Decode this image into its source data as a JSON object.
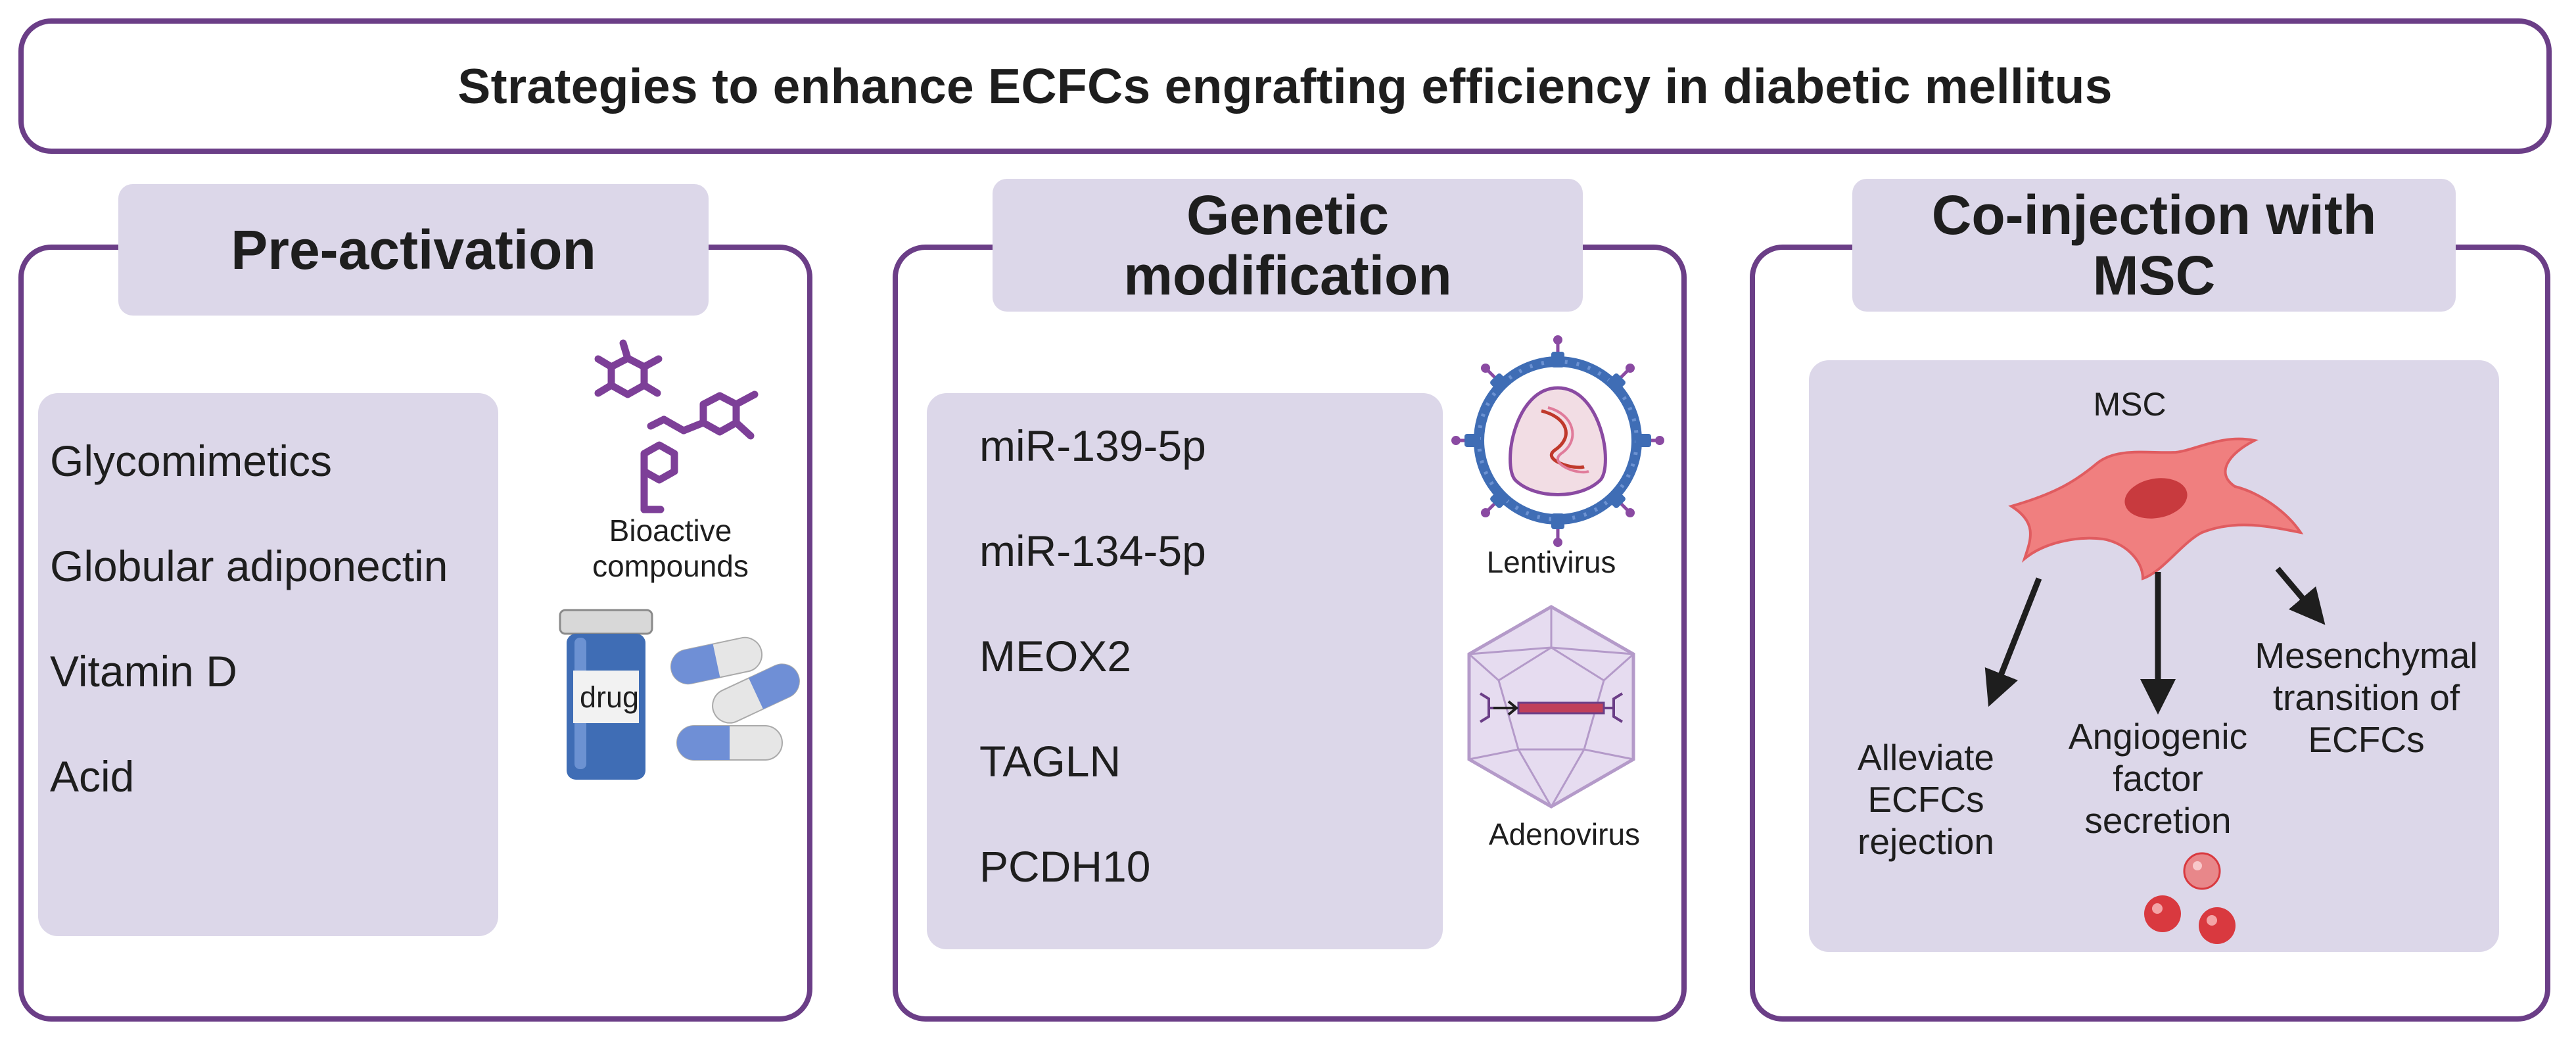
{
  "title": "Strategies to enhance ECFCs engrafting efficiency in diabetic mellitus",
  "panels": {
    "preactivation": {
      "heading": "Pre-activation",
      "items": [
        "Glycomimetics",
        "Globular adiponectin",
        "Vitamin D",
        "Acid"
      ],
      "compounds_label": [
        "Bioactive",
        "compounds"
      ],
      "drug_label": "drug"
    },
    "genetic": {
      "heading": [
        "Genetic",
        "modification"
      ],
      "items": [
        "miR-139-5p",
        "miR-134-5p",
        "MEOX2",
        "TAGLN",
        "PCDH10"
      ],
      "lentivirus_label": "Lentivirus",
      "adenovirus_label": "Adenovirus"
    },
    "coinjection": {
      "heading": [
        "Co-injection with",
        "MSC"
      ],
      "msc_label": "MSC",
      "effects": [
        [
          "Alleviate",
          "ECFCs",
          "rejection"
        ],
        [
          "Angiogenic",
          "factor",
          "secretion"
        ],
        [
          "Mesenchymal",
          "transition of",
          "ECFCs"
        ]
      ]
    }
  },
  "colors": {
    "border": "#6b3e87",
    "box_fill": "#dcd7e9",
    "molecule": "#7d3f98",
    "virus_blue": "#3f6db5",
    "cell_pink": "#f07f7f",
    "droplet_red": "#d9393f"
  }
}
